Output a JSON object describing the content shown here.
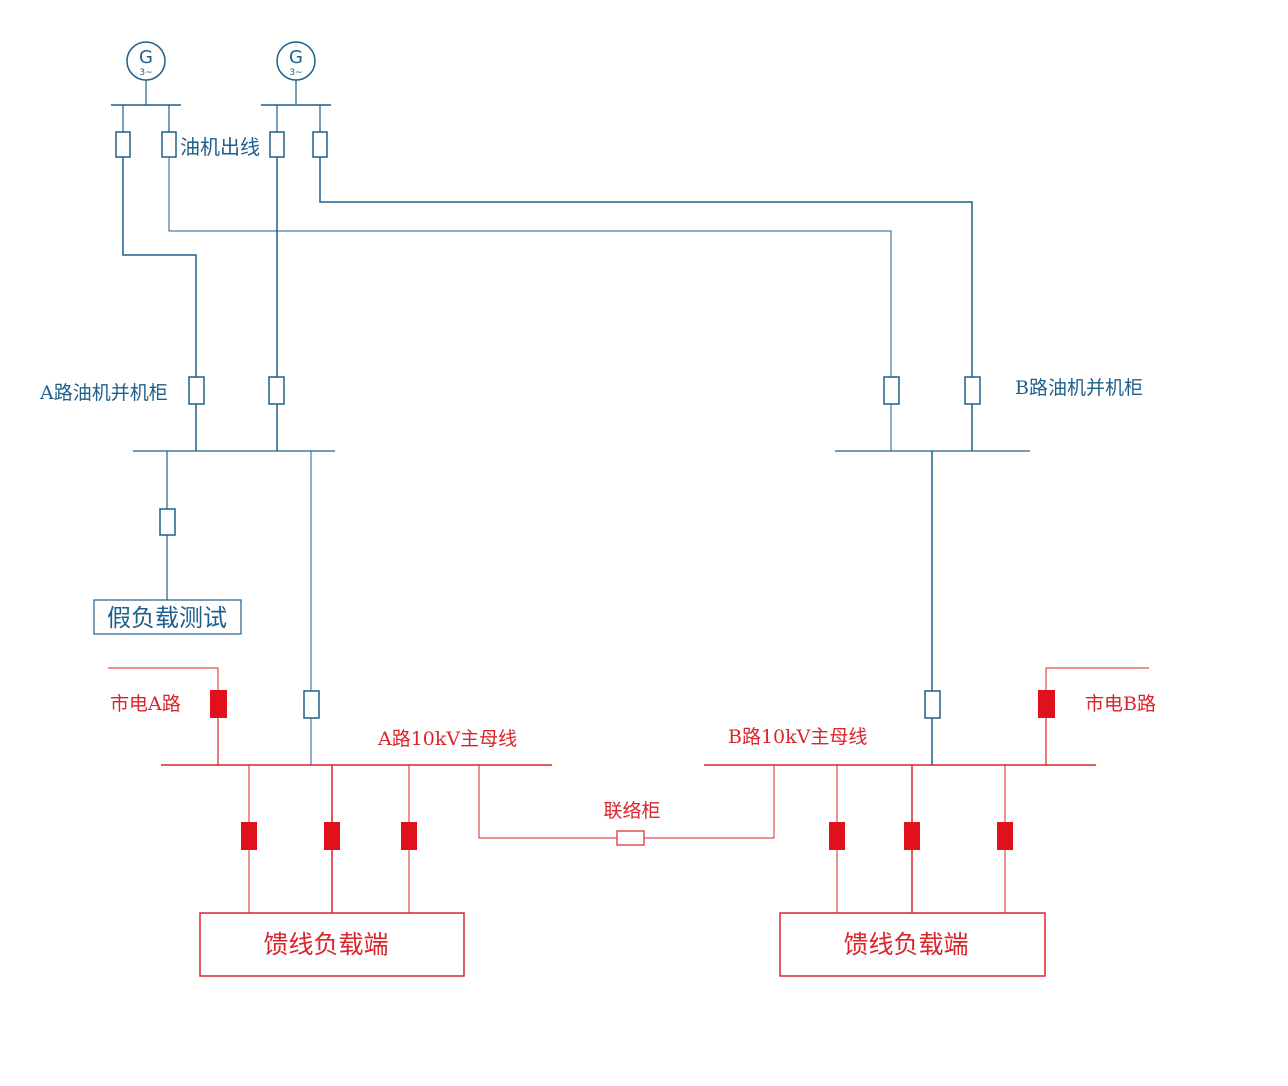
{
  "colors": {
    "generator_side": "#1f5f8b",
    "utility_side": "#d9252b"
  },
  "generators": [
    {
      "symbol": "G",
      "phase": "3~"
    },
    {
      "symbol": "G",
      "phase": "3~"
    }
  ],
  "labels": {
    "gen_outgoing": "油机出线",
    "a_parallel_cabinet": "A路油机并机柜",
    "b_parallel_cabinet": "B路油机并机柜",
    "dummy_load_test": "假负载测试",
    "mains_a": "市电A路",
    "mains_b": "市电B路",
    "bus_a": "A路10kV主母线",
    "bus_b": "B路10kV主母线",
    "tie_cabinet": "联络柜",
    "feeder_load_a": "馈线负载端",
    "feeder_load_b": "馈线负载端"
  }
}
